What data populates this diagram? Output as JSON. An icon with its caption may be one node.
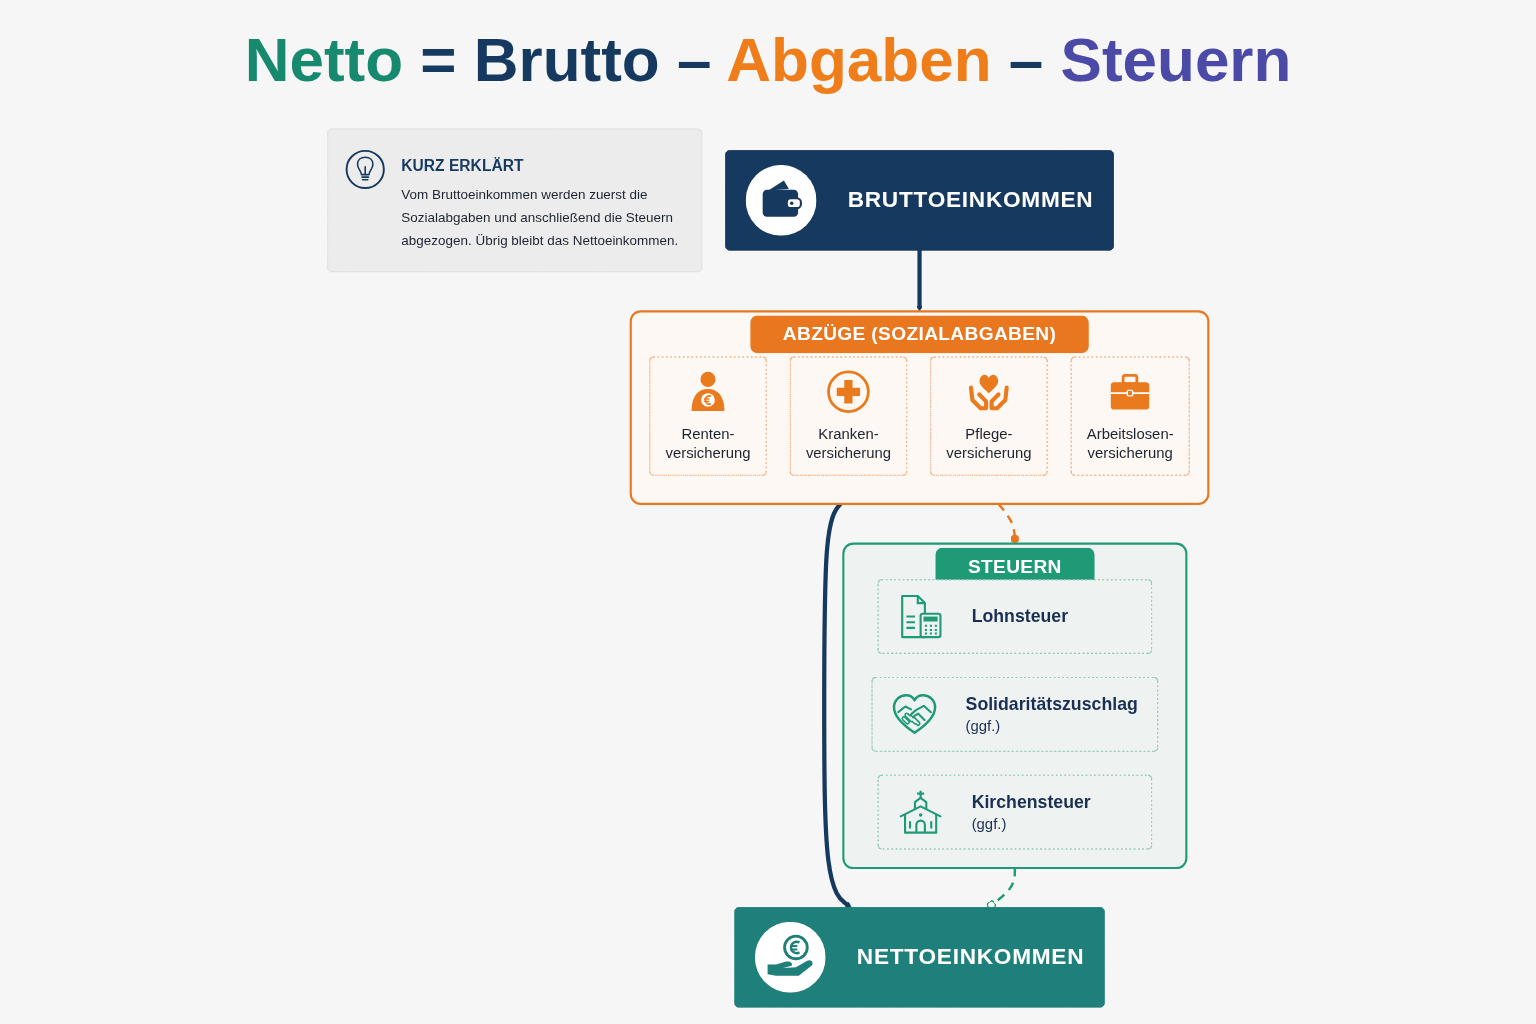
{
  "diagram": {
    "title": "Netto = Brutto – Abgaben – Steuern",
    "nodes": [
      {
        "text": [
          "BRUTTOEINKOMMEN"
        ]
      },
      {
        "text": [
          "ABZÜGE (SOZIALABGABEN)"
        ]
      },
      {
        "text": [
          "Renten- versicherung"
        ],
        "in": 1
      },
      {
        "text": [
          "Kranken- versicherung"
        ],
        "in": 1
      },
      {
        "text": [
          "Pflege- versicherung"
        ],
        "in": 1
      },
      {
        "text": [
          "Arbeitslosen- versicherung"
        ],
        "in": 1
      },
      {
        "text": [
          "STEUERN"
        ]
      },
      {
        "text": [
          "Lohnsteuer"
        ],
        "in": 6
      },
      {
        "text": [
          "Solidaritätszuschlag",
          "(ggf.)"
        ],
        "in": 6
      },
      {
        "text": [
          "Kirchensteuer",
          "(ggf.)"
        ],
        "in": 6
      },
      {
        "text": [
          "NETTOEINKOMMEN"
        ]
      },
      {
        "text": [
          "KURZ ERKLÄRT",
          "Vom Bruttoeinkommen werden zuerst die Sozialabgaben und anschließend die Steuern abgezogen. Übrig bleibt das Nettoeinkommen."
        ]
      }
    ],
    "edges": [
      {
        "from": 0,
        "to": 1,
        "arrow": "to"
      },
      {
        "from": 1,
        "to": 10,
        "arrow": "to"
      },
      {
        "from": 1,
        "to": 6,
        "arrow": "other",
        "style": "dashed",
        "color": "#e8771f"
      },
      {
        "from": 6,
        "to": 10,
        "arrow": "other",
        "style": "dashed",
        "color": "#1f9a77"
      }
    ]
  }
}
